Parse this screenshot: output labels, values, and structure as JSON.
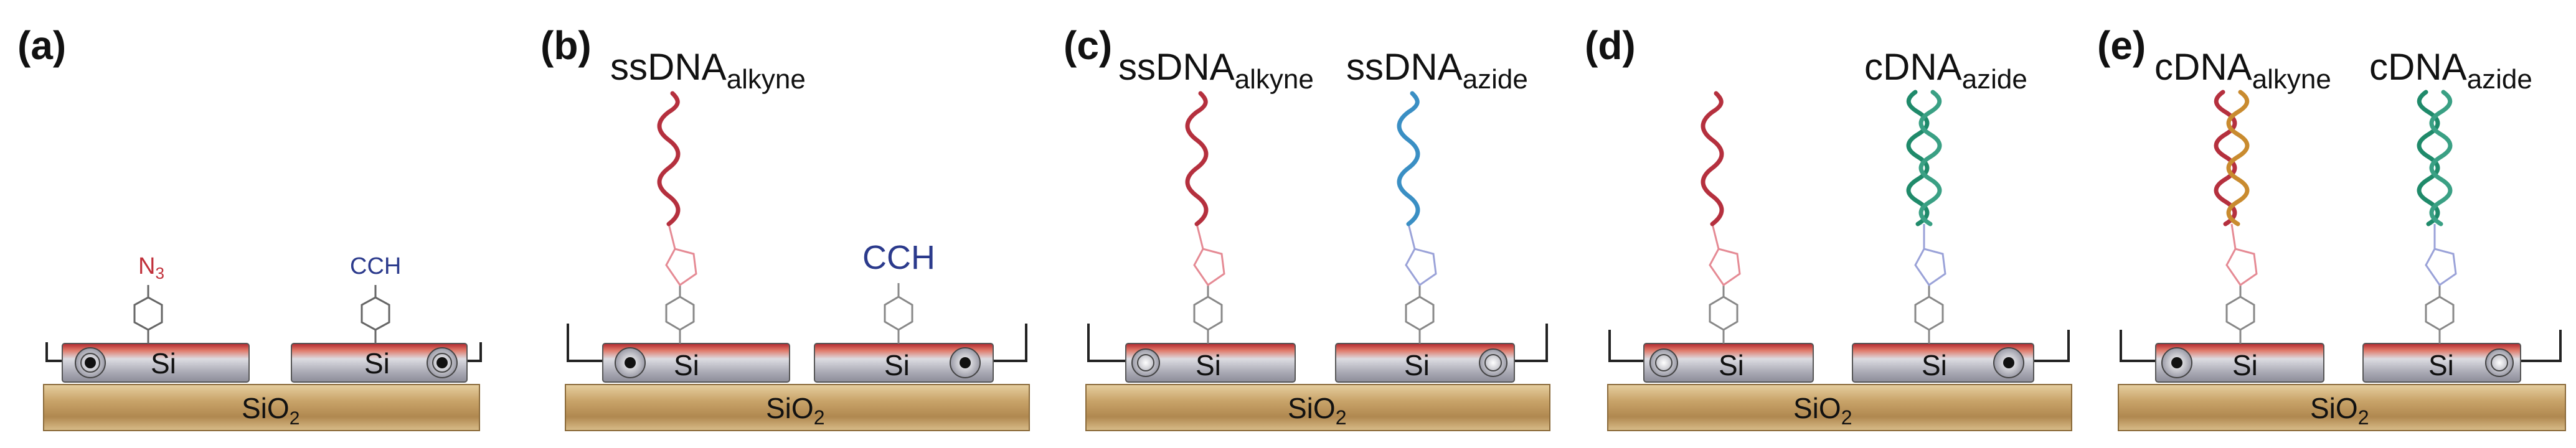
{
  "colors": {
    "red_dna": "#b5303e",
    "blue_dna": "#3a8fc4",
    "green_dna": "#1f8a6a",
    "orange_dna": "#c98b2f",
    "azide_red": "#c0303a",
    "alkyne_blue": "#2b3a8c",
    "triazole_pink": "#e58a94",
    "triazole_lavender": "#9aa2d8",
    "si_top": "#c0392b",
    "si_body": "#b8b8c0",
    "substrate": "#c9a46a"
  },
  "panels": [
    {
      "label": "(a)",
      "left_chem": "N",
      "left_chem_sub": "3",
      "right_chem": "CCH",
      "si_left": "Si",
      "si_right": "Si",
      "substrate": "SiO",
      "substrate_sub": "2"
    },
    {
      "label": "(b)",
      "strand_left": "ssDNA",
      "strand_left_sub": "alkyne",
      "right_chem": "CCH",
      "si_left": "Si",
      "si_right": "Si",
      "substrate": "SiO",
      "substrate_sub": "2"
    },
    {
      "label": "(c)",
      "strand_left": "ssDNA",
      "strand_left_sub": "alkyne",
      "strand_right": "ssDNA",
      "strand_right_sub": "azide",
      "si_left": "Si",
      "si_right": "Si",
      "substrate": "SiO",
      "substrate_sub": "2"
    },
    {
      "label": "(d)",
      "strand_right": "cDNA",
      "strand_right_sub": "azide",
      "si_left": "Si",
      "si_right": "Si",
      "substrate": "SiO",
      "substrate_sub": "2"
    },
    {
      "label": "(e)",
      "strand_left": "cDNA",
      "strand_left_sub": "alkyne",
      "strand_right": "cDNA",
      "strand_right_sub": "azide",
      "si_left": "Si",
      "si_right": "Si",
      "substrate": "SiO",
      "substrate_sub": "2"
    }
  ]
}
